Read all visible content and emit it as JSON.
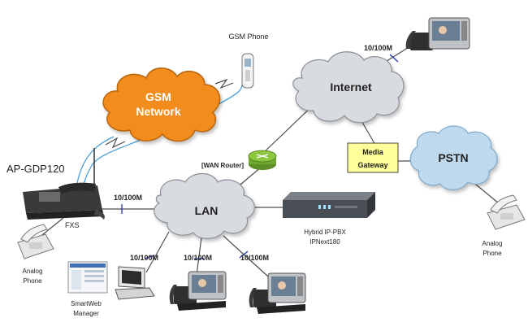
{
  "labels": {
    "gsm_phone": "GSM Phone",
    "gsm_network_line1": "GSM",
    "gsm_network_line2": "Network",
    "internet": "Internet",
    "pstn": "PSTN",
    "lan": "LAN",
    "device_name": "AP-GDP120",
    "fxs": "FXS",
    "wan_router": "[WAN Router]",
    "media_gateway_line1": "Media",
    "media_gateway_line2": "Gateway",
    "pbx_line1": "Hybrid IP-PBX",
    "pbx_line2": "IPNext180",
    "analog_phone_left_line1": "Analog",
    "analog_phone_left_line2": "Phone",
    "analog_phone_right_line1": "Analog",
    "analog_phone_right_line2": "Phone",
    "smartweb_line1": "SmartWeb",
    "smartweb_line2": "Manager",
    "link_speed_top": "10/100M",
    "link_speed_device": "10/100M",
    "link_speed_1": "10/100M",
    "link_speed_2": "10/100M",
    "link_speed_3": "10/100M"
  },
  "colors": {
    "gsm_cloud": "#F28C1E",
    "grey_cloud": "#D8DCE0",
    "pstn_cloud": "#BFD9EE",
    "router": "#8CC63F",
    "gateway_box": "#FFFF99",
    "line": "#4D4D4D",
    "wireless": "#4A9FD8"
  },
  "icons": [
    "gsm-phone-icon",
    "video-phone-icon",
    "desk-phone-icon",
    "analog-phone-icon",
    "router-icon",
    "pbx-unit-icon",
    "computer-icon"
  ]
}
